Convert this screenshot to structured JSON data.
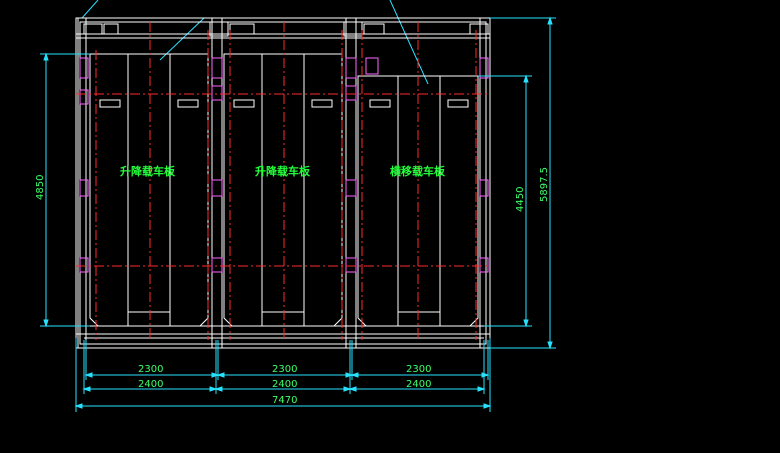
{
  "drawing": {
    "colors": {
      "background": "#000000",
      "frame": "#ffffff",
      "centerline": "#ff2a2a",
      "dimension": "#27e2ff",
      "text": "#3dff6a",
      "component": "#ff66ff"
    },
    "bays": [
      {
        "label": "升降载车板",
        "inner_width": "2300",
        "outer_width": "2400"
      },
      {
        "label": "升降载车板",
        "inner_width": "2300",
        "outer_width": "2400"
      },
      {
        "label": "横移载车板",
        "inner_width": "2300",
        "outer_width": "2400"
      }
    ],
    "dimensions": {
      "total_width": "7470",
      "left_height": "4850",
      "inner_height": "4450",
      "outer_height": "5897.5"
    }
  }
}
